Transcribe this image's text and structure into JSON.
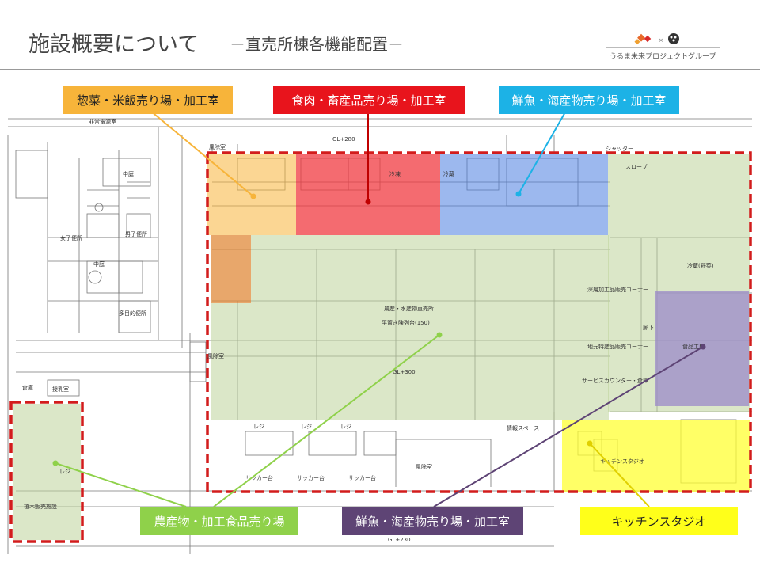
{
  "header": {
    "title": "施設概要について",
    "subtitle": "－直売所棟各機能配置－",
    "logo_text": "うるま未来プロジェクトグループ"
  },
  "callouts": {
    "deli": "惣菜・米飯売り場・加工室",
    "meat": "食肉・畜産品売り場・加工室",
    "fish_top": "鮮魚・海産物売り場・加工室",
    "agri": "農産物・加工食品売り場",
    "fish_bottom": "鮮魚・海産物売り場・加工室",
    "kitchen": "キッチンスタジオ"
  },
  "plan_labels": {
    "emergency_room": "非常電源室",
    "courtyard": "中庭",
    "courtyard2": "中庭",
    "female_wc": "女子便所",
    "male_wc": "男子便所",
    "multi_wc": "多目的便所",
    "warehouse": "倉庫",
    "nursing": "授乳室",
    "seedling": "植木販売施設",
    "windroom": "風除室",
    "windroom2": "風除室",
    "windroom3": "風除室",
    "slope": "スロープ",
    "shutter": "シャッター",
    "veg_cold": "冷蔵(野菜)",
    "agri_sales": "農産・水産物直売所",
    "flat_display": "平置き陳列台(150)",
    "deep_sea": "深層加工品販売コーナー",
    "local_products": "地元特産品販売コーナー",
    "service": "サービスカウンター・倉庫",
    "food_lab": "食品工房",
    "kitchen_studio": "キッチンスタジオ",
    "register": "レジ",
    "soccer": "サッカー台",
    "info_space": "情報スペース",
    "corridor": "廊下",
    "reisou": "冷凍",
    "reizou": "冷蔵",
    "gl280": "GL+280",
    "gl300": "GL+300",
    "gl230": "GL+230"
  },
  "colors": {
    "orange": "#f7b43a",
    "red": "#e8141c",
    "blue": "#1cb2e6",
    "green": "#8fd14a",
    "purple": "#5e4475",
    "yellow": "#ffff1a",
    "outline": "#d21c1c"
  }
}
